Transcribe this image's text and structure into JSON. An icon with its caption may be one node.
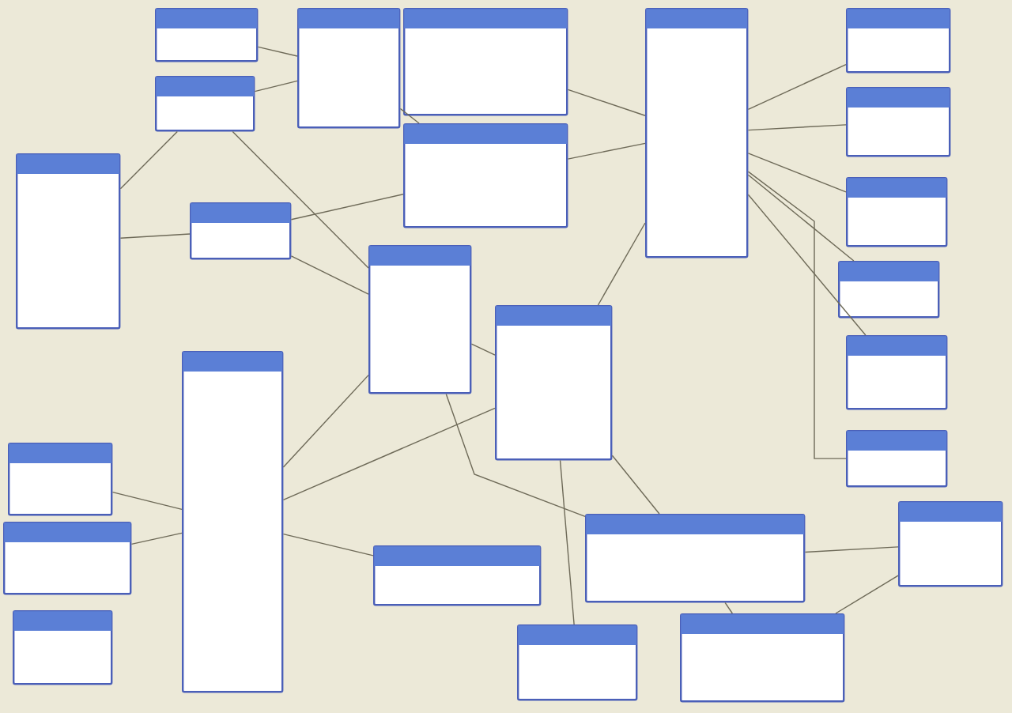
{
  "diagram": {
    "nodes": [
      {
        "text": [],
        "shape": "box"
      },
      {
        "text": [],
        "shape": "box"
      },
      {
        "text": [],
        "shape": "box"
      },
      {
        "text": [],
        "shape": "box"
      },
      {
        "text": [],
        "shape": "box"
      },
      {
        "text": [],
        "shape": "box"
      },
      {
        "text": [],
        "shape": "box"
      },
      {
        "text": [],
        "shape": "box"
      },
      {
        "text": [],
        "shape": "box"
      },
      {
        "text": [],
        "shape": "box"
      },
      {
        "text": [],
        "shape": "box"
      },
      {
        "text": [],
        "shape": "box"
      },
      {
        "text": [],
        "shape": "box"
      },
      {
        "text": [],
        "shape": "box"
      },
      {
        "text": [],
        "shape": "box"
      },
      {
        "text": [],
        "shape": "box"
      },
      {
        "text": [],
        "shape": "box"
      },
      {
        "text": [],
        "shape": "box"
      },
      {
        "text": [],
        "shape": "box"
      },
      {
        "text": [],
        "shape": "box"
      },
      {
        "text": [],
        "shape": "box"
      },
      {
        "text": [],
        "shape": "box"
      },
      {
        "text": [],
        "shape": "box"
      },
      {
        "text": [],
        "shape": "box"
      },
      {
        "text": [],
        "shape": "box"
      }
    ],
    "edges": [
      {
        "from": 4,
        "to": 8,
        "arrow": "none"
      },
      {
        "from": 5,
        "to": 8,
        "arrow": "none"
      },
      {
        "from": 5,
        "to": 3,
        "arrow": "none"
      },
      {
        "from": 7,
        "to": 3,
        "arrow": "none"
      },
      {
        "from": 7,
        "to": 12,
        "arrow": "none"
      },
      {
        "from": 7,
        "to": 9,
        "arrow": "none"
      },
      {
        "from": 5,
        "to": 9,
        "arrow": "none"
      },
      {
        "from": 8,
        "to": 12,
        "arrow": "none"
      },
      {
        "from": 11,
        "to": 16,
        "arrow": "none"
      },
      {
        "from": 12,
        "to": 16,
        "arrow": "none"
      },
      {
        "from": 16,
        "to": 19,
        "arrow": "none"
      },
      {
        "from": 16,
        "to": 20,
        "arrow": "none"
      },
      {
        "from": 16,
        "to": 21,
        "arrow": "none"
      },
      {
        "from": 16,
        "to": 18,
        "arrow": "none"
      },
      {
        "from": 16,
        "to": 22,
        "arrow": "none"
      },
      {
        "from": 16,
        "to": 23,
        "arrow": "none"
      },
      {
        "from": 13,
        "to": 16,
        "arrow": "none"
      },
      {
        "from": 9,
        "to": 13,
        "arrow": "none"
      },
      {
        "from": 6,
        "to": 9,
        "arrow": "none"
      },
      {
        "from": 6,
        "to": 10,
        "arrow": "none"
      },
      {
        "from": 6,
        "to": 13,
        "arrow": "none"
      },
      {
        "from": 1,
        "to": 6,
        "arrow": "none"
      },
      {
        "from": 0,
        "to": 6,
        "arrow": "none"
      },
      {
        "from": 9,
        "to": 15,
        "arrow": "none"
      },
      {
        "from": 13,
        "to": 15,
        "arrow": "none"
      },
      {
        "from": 14,
        "to": 13,
        "arrow": "none"
      },
      {
        "from": 15,
        "to": 24,
        "arrow": "none"
      },
      {
        "from": 17,
        "to": 24,
        "arrow": "none"
      },
      {
        "from": 15,
        "to": 17,
        "arrow": "none"
      }
    ]
  }
}
